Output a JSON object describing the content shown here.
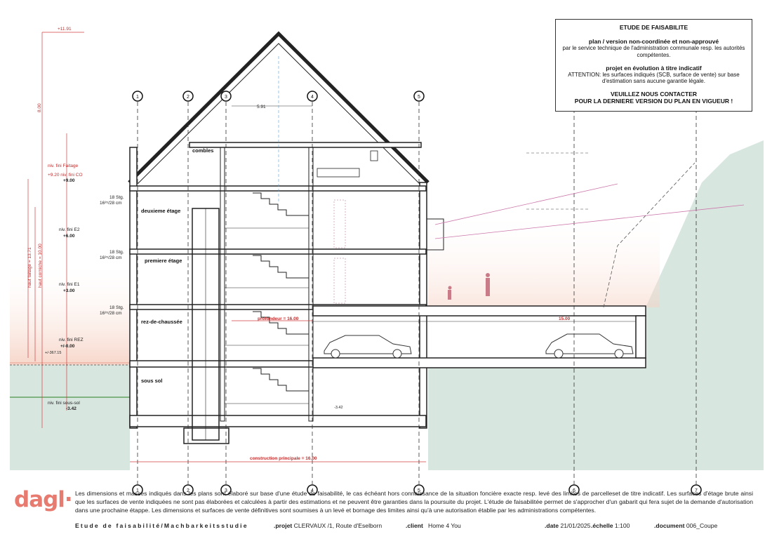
{
  "notice": {
    "title": "ETUDE DE FAISABILITE",
    "line1": "plan / version non-coordinée et non-approuvé",
    "line2": "par le service technique de l'administration communale resp. les autorités compétentes.",
    "line3": "projet en évolution à titre indicatif",
    "line4": "ATTENTION: les surfaces indiqués (SCB, surface de vente) sur base d'estimation sans aucune garantie légale.",
    "line5": "VEUILLEZ NOUS CONTACTER",
    "line6": "POUR LA DERNIERE VERSION DU PLAN EN VIGUEUR !"
  },
  "levels": {
    "top": "+11.91",
    "faitage_label": "niv. fini Faitage",
    "faitage_value": "+9.20 niv. fini CO",
    "co_value": "+9.00",
    "e2_label": "niv. fini E2",
    "e2_value": "+6.00",
    "e1_label": "niv. fini E1",
    "e1_value": "+3.00",
    "rez_label": "niv. fini REZ",
    "rez_value": "+/-0.00",
    "ss_label": "niv. fini sous-sol",
    "ss_value": "-3.42",
    "ground": "+/-367.15",
    "dim_8": "8.00",
    "hauteur_faitage": "haut faitage = 13.71",
    "hauteur_corniche": "haut corniche = 10.00",
    "neg_342": "-3.42"
  },
  "stairs": {
    "s1": "18 Stg.",
    "s1b": "16³⁵/28 cm",
    "s2": "18 Stg.",
    "s2b": "16³⁵/28 cm",
    "s3": "18 Stg.",
    "s3b": "16³⁵/28 cm"
  },
  "rooms": {
    "combles": "combles",
    "deuxieme": "deuxieme étage",
    "premiere": "premiere étage",
    "rez": "rez-de-chaussée",
    "sous_sol": "sous sol"
  },
  "grid_labels": [
    "1",
    "2",
    "3",
    "4",
    "5",
    "6",
    "7"
  ],
  "dims": {
    "roof_width": "5.91",
    "profondeur": "profondeur = 16.00",
    "parking": "15.00",
    "construction": "construction principale = 16.00"
  },
  "disclaimer": "Les dimensions et masses indiqués dans les plans sont élaboré sur base d'une étude de faisabilité, le cas échéant hors connaissance de la situation foncière exacte resp. levé des limites de parcelleset de titre indicatif. Les surfaces d'étage brute ainsi que les surfaces de vente indiquées ne sont pas élaborées et calculées à partir des estimations et ne peuvent être garanties dans la poursuite du projet. L'étude de faisabilitée permet de s'approcher d'un gabarit qui fera sujet de la demande d'autorisation dans une prochaine étappe. Les dimensions et surfaces de vente définitives sont soumises à un levé et bornage des limites ainsi qu'à une autorisation établie par les administrations compétentes.",
  "logo": "dagl·",
  "footer": {
    "study": "Etude de faisabilité/Machbarkeitsstudie",
    "projet_label": ".projet",
    "projet_value": "CLERVAUX /1, Route d'Eselborn",
    "client_label": ".client",
    "client_value": "Home 4 You",
    "date_label": ".date",
    "date_value": "21/01/2025",
    "echelle_label": ".échelle",
    "echelle_value": "1:100",
    "document_label": ".document",
    "document_value": "006_Coupe"
  }
}
